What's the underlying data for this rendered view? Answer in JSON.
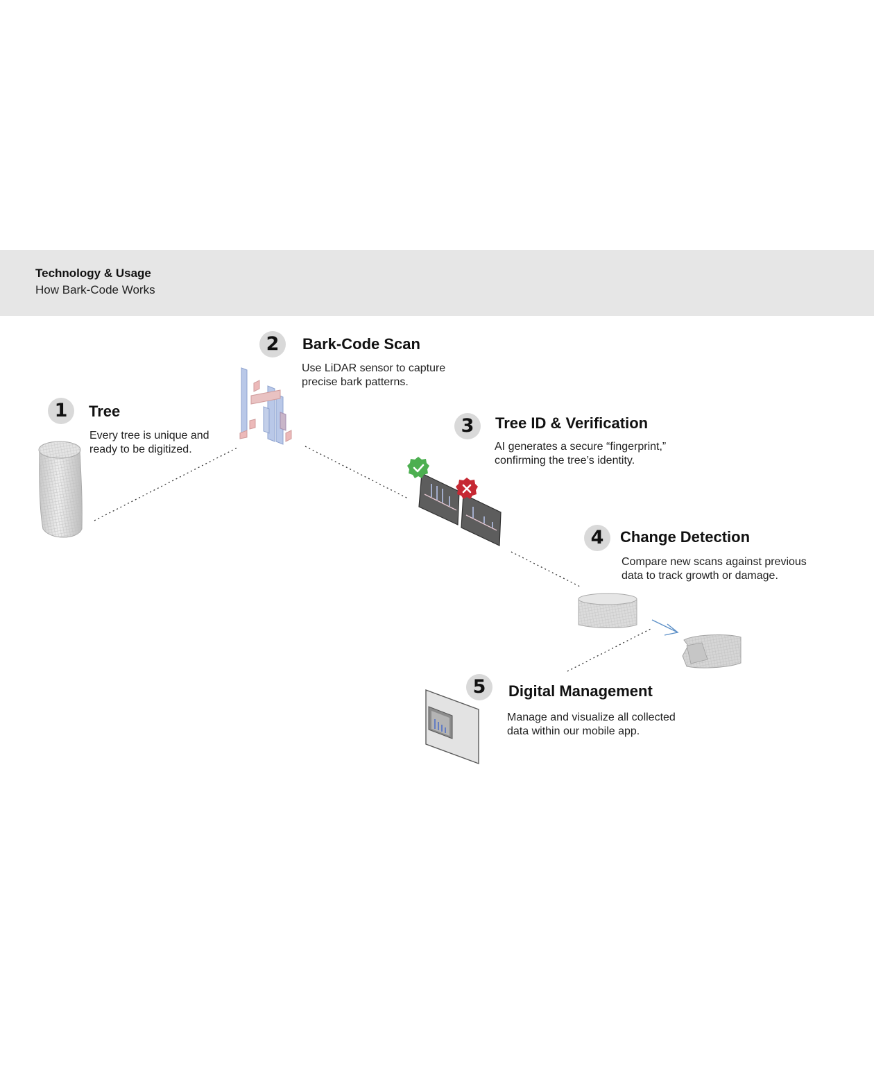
{
  "header": {
    "title": "Technology & Usage",
    "subtitle": "How Bark-Code Works"
  },
  "steps": [
    {
      "number": "1",
      "title": "Tree",
      "desc": [
        "Every tree is unique and",
        "ready to be digitized."
      ]
    },
    {
      "number": "2",
      "title": "Bark-Code Scan",
      "desc": [
        "Use LiDAR sensor to capture",
        "precise bark patterns."
      ]
    },
    {
      "number": "3",
      "title": "Tree ID & Verification",
      "desc": [
        "AI generates a secure “fingerprint,”",
        "confirming the tree’s identity."
      ]
    },
    {
      "number": "4",
      "title": "Change Detection",
      "desc": [
        "Compare new scans against previous",
        "data to track growth or damage."
      ]
    },
    {
      "number": "5",
      "title": "Digital Management",
      "desc": [
        "Manage and visualize all collected",
        "data within our mobile app."
      ]
    }
  ],
  "colors": {
    "header_band": "#e6e6e6",
    "badge": "#d9d9d9",
    "check": "#4caf50",
    "cross": "#c62833",
    "arrow": "#5b8fc7"
  }
}
